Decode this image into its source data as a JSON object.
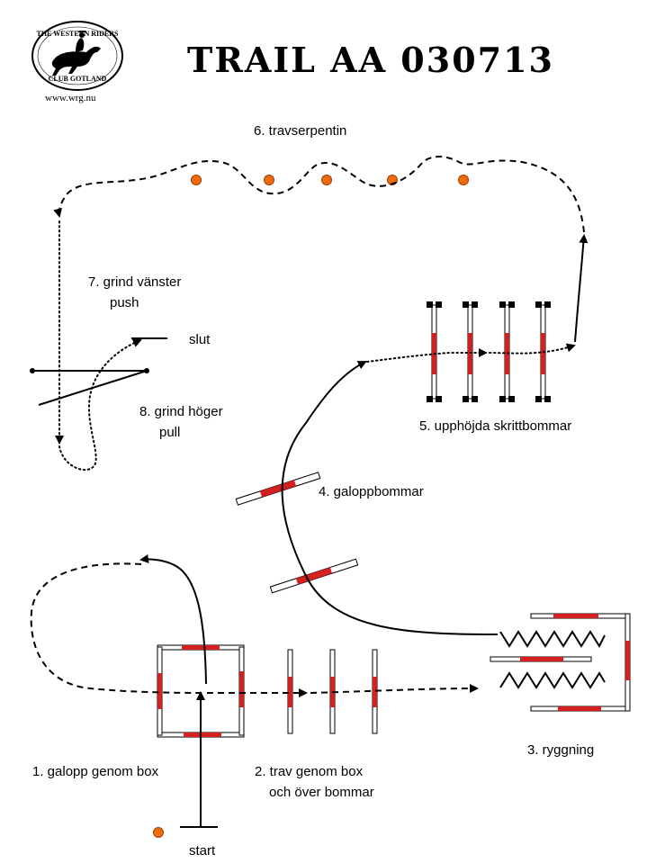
{
  "header": {
    "title": "TRAIL AA 030713",
    "website": "www.wrg.nu",
    "logo_top": "THE WESTERN RIDERS",
    "logo_bottom": "CLUB GOTLAND"
  },
  "obstacles": [
    {
      "label": "1. galopp genom box"
    },
    {
      "label_line1": "2. trav genom box",
      "label_line2": "och över bommar"
    },
    {
      "label": "3. ryggning"
    },
    {
      "label": "4. galoppbommar"
    },
    {
      "label": "5. upphöjda skrittbommar"
    },
    {
      "label": "6. travserpentin"
    },
    {
      "label_line1": "7. grind vänster",
      "label_line2": "push"
    },
    {
      "label_line1": "8. grind höger",
      "label_line2": "pull"
    }
  ],
  "markers": {
    "start": "start",
    "finish": "slut"
  },
  "colors": {
    "pole_stripe": "#d42020",
    "cone": "#f06a10",
    "line": "#000000"
  }
}
